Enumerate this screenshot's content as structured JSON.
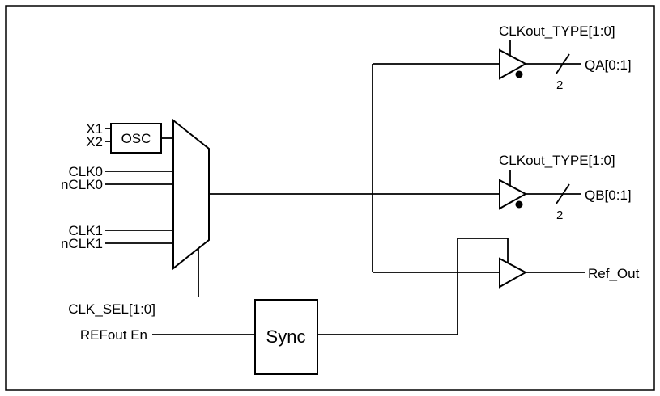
{
  "diagram": {
    "background_color": "#ffffff",
    "line_color": "#000000",
    "inputs": {
      "x1": {
        "label": "X1"
      },
      "x2": {
        "label": "X2"
      },
      "clk0": {
        "label": "CLK0"
      },
      "nclk0": {
        "label": "nCLK0"
      },
      "clk1": {
        "label": "CLK1"
      },
      "nclk1": {
        "label": "nCLK1"
      },
      "clk_sel": {
        "label": "CLK_SEL[1:0]"
      },
      "refout_en": {
        "label": "REFout En"
      }
    },
    "blocks": {
      "osc": {
        "label": "OSC"
      },
      "sync": {
        "label": "Sync"
      }
    },
    "outputs": {
      "qa": {
        "control_label": "CLKout_TYPE[1:0]",
        "label": "QA[0:1]",
        "bus_width": "2"
      },
      "qb": {
        "control_label": "CLKout_TYPE[1:0]",
        "label": "QB[0:1]",
        "bus_width": "2"
      },
      "ref_out": {
        "label": "Ref_Out"
      }
    }
  }
}
